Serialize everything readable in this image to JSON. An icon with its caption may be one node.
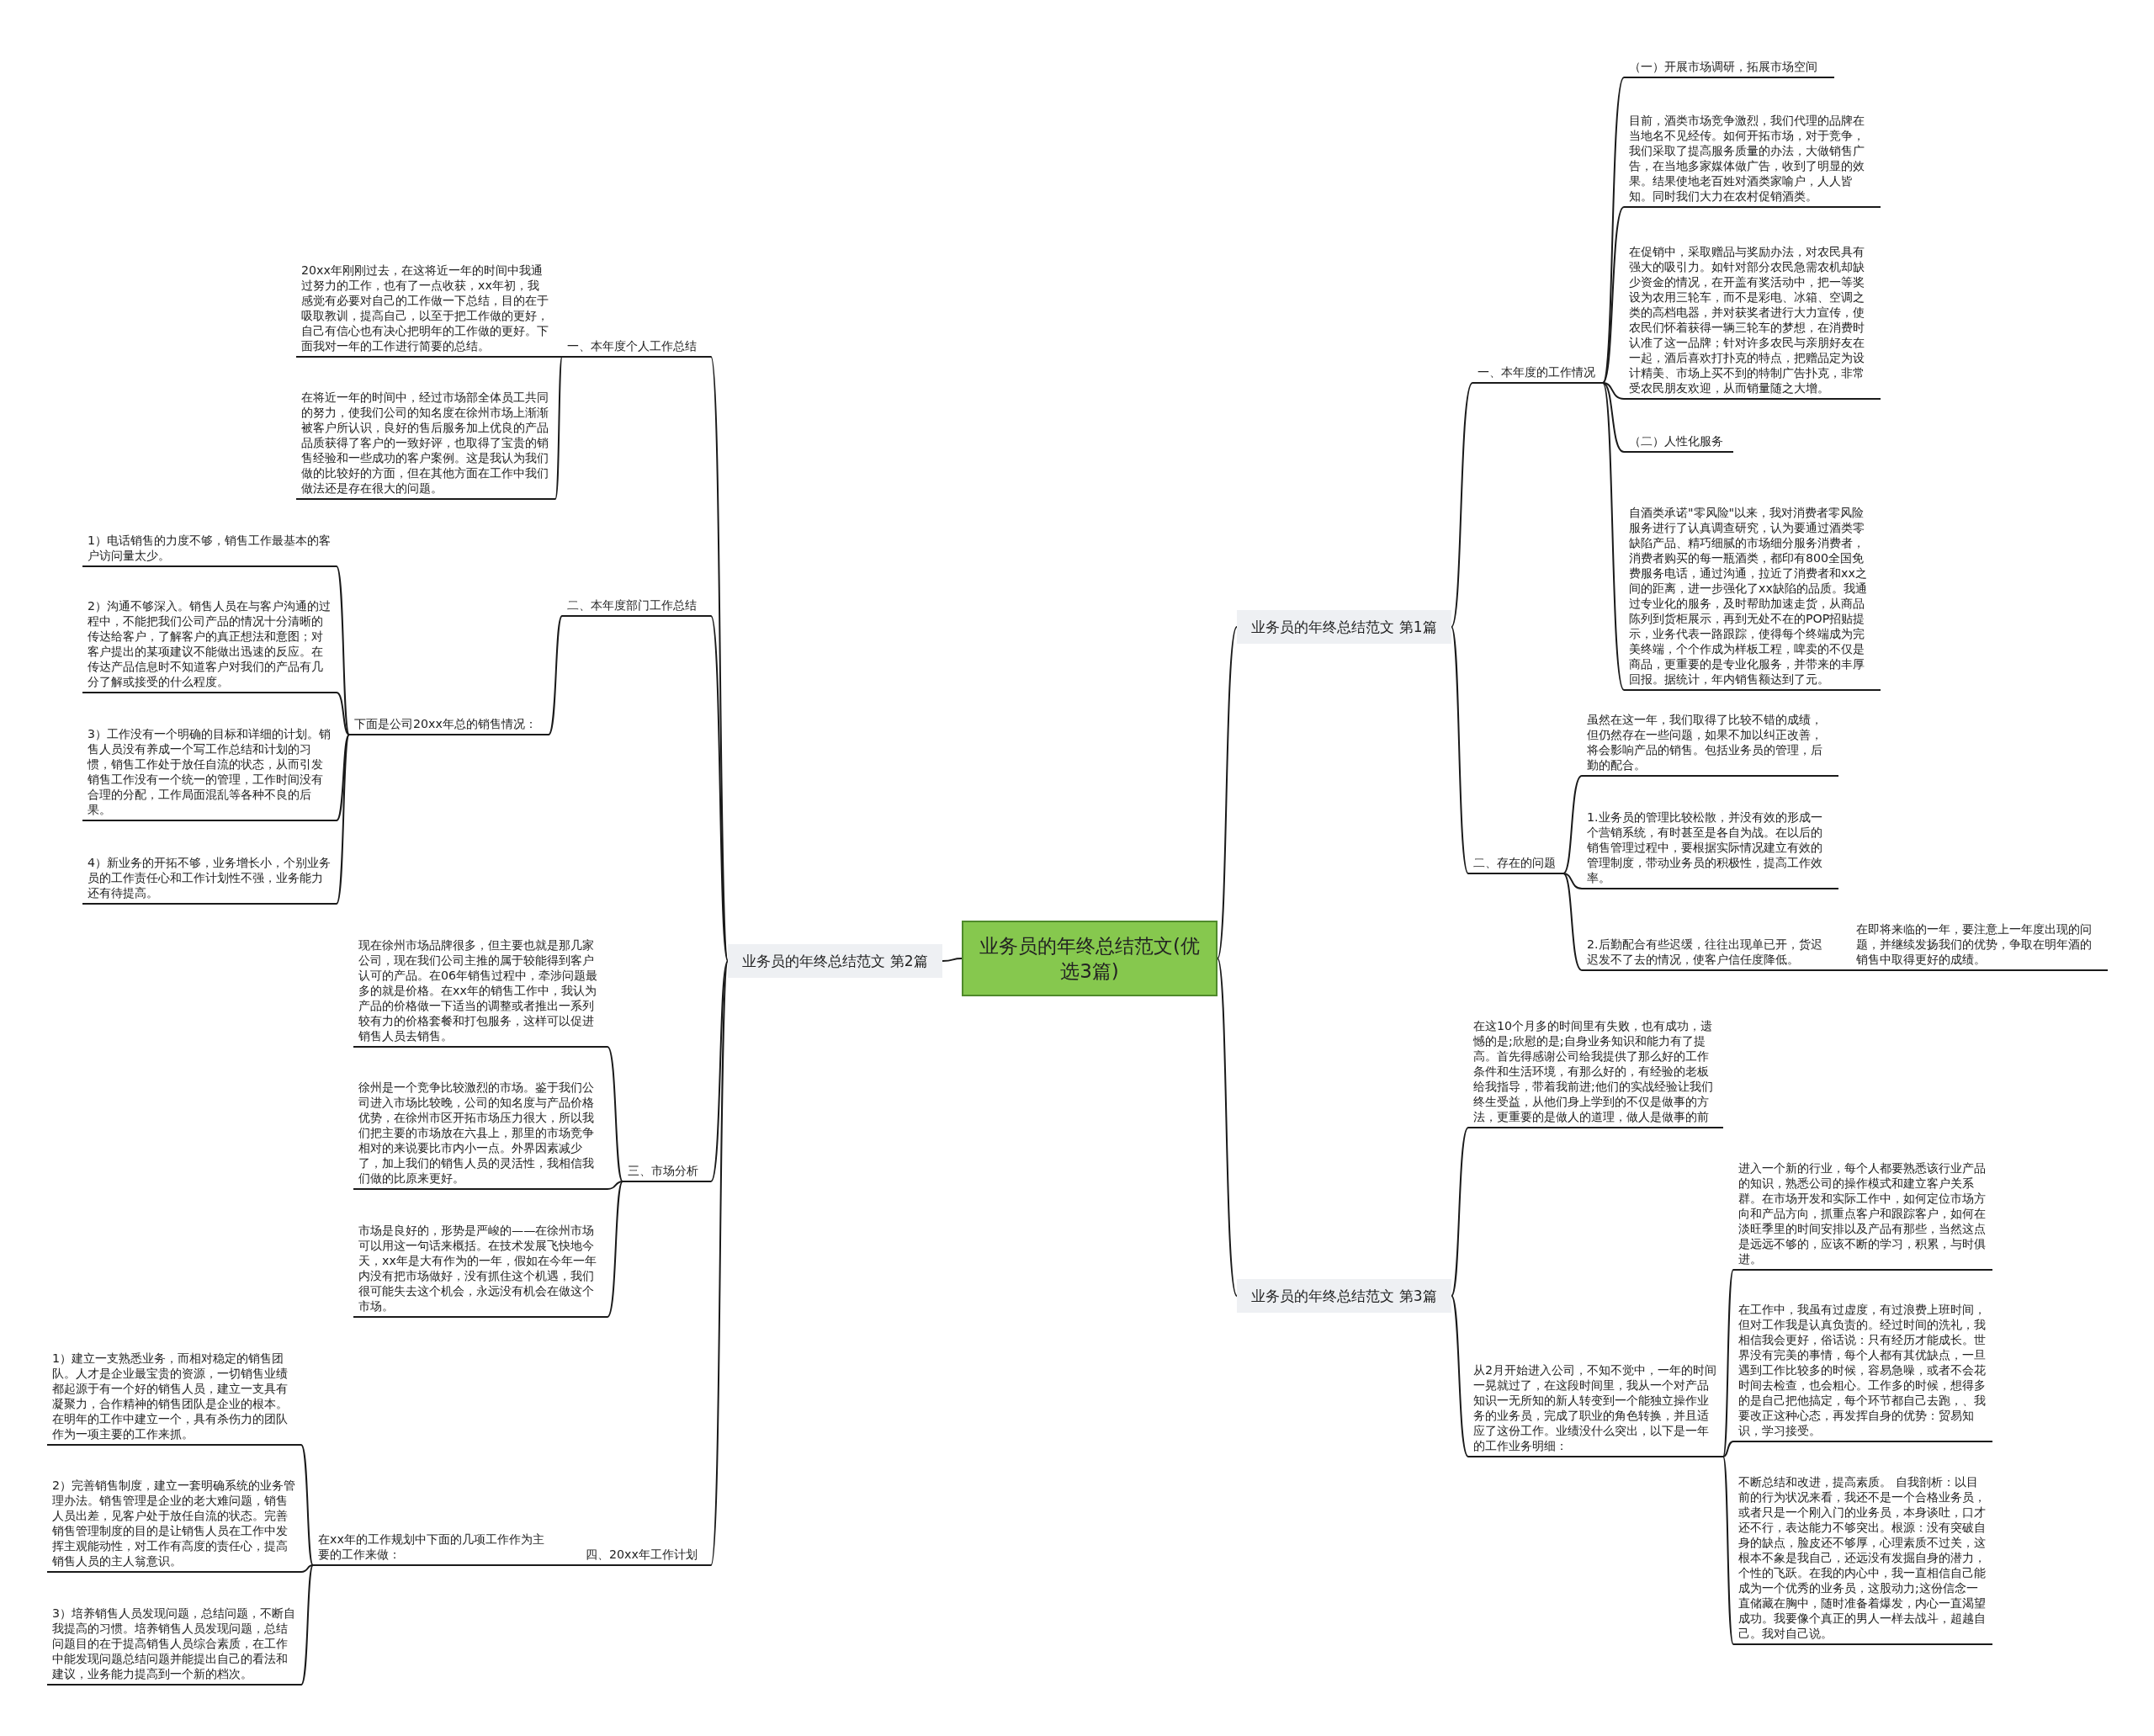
{
  "diagram": {
    "nodes": [
      {
        "text": [
          "业务员的年终总结范文(优选3篇)"
        ]
      },
      {
        "text": [
          "业务员的年终总结范文 第1篇"
        ]
      },
      {
        "text": [
          "一、本年度的工作情况"
        ]
      },
      {
        "text": [
          "（一）开展市场调研，拓展市场空间"
        ]
      },
      {
        "text": [
          "目前，酒类市场竞争激烈，我们代理的品牌在当地名不见经传。如何开拓市场，对于竞争，我们采取了提高服务质量的办法，大做销售广告，在当地多家媒体做广告，收到了明显的效果。结果使地老百姓对酒类家喻户，人人皆知。同时我们大力在农村促销酒类。"
        ]
      },
      {
        "text": [
          "在促销中，采取赠品与奖励办法，对农民具有强大的吸引力。如针对部分农民急需农机却缺少资金的情况，在开盖有奖活动中，把一等奖设为农用三轮车，而不是彩电、冰箱、空调之类的高档电器，并对获奖者进行大力宣传，使农民们怀着获得一辆三轮车的梦想，在消费时认准了这一品牌；针对许多农民与亲朋好友在一起，酒后喜欢打扑克的特点，把赠品定为设计精美、市场上买不到的特制广告扑克，非常受农民朋友欢迎，从而销量随之大增。"
        ]
      },
      {
        "text": [
          "（二）人性化服务"
        ]
      },
      {
        "text": [
          "自酒类承诺\"零风险\"以来，我对消费者零风险服务进行了认真调查研究，认为要通过酒类零缺陷产品、精巧细腻的市场细分服务消费者，消费者购买的每一瓶酒类，都印有800全国免费服务电话，通过沟通，拉近了消费者和xx之间的距离，进一步强化了xx缺陷的品质。我通过专业化的服务，及时帮助加速走货，从商品陈列到货柜展示，再到无处不在的POP招贴提示，业务代表一路跟踪，使得每个终端成为完美终端，个个作成为样板工程，啤卖的不仅是商品，更重要的是专业化服务，并带来的丰厚回报。据统计，年内销售额达到了元。"
        ]
      },
      {
        "text": [
          "二、存在的问题"
        ]
      },
      {
        "text": [
          "虽然在这一年，我们取得了比较不错的成绩，但仍然存在一些问题，如果不加以纠正改善，将会影响产品的销售。包括业务员的管理，后勤的配合。"
        ]
      },
      {
        "text": [
          "1.业务员的管理比较松散，并没有效的形成一个营销系统，有时甚至是各自为战。在以后的销售管理过程中，要根据实际情况建立有效的管理制度，带动业务员的积极性，提高工作效率。"
        ]
      },
      {
        "text": [
          "2.后勤配合有些迟缓，往往出现单已开，货迟迟发不了去的情况，使客户信任度降低。"
        ]
      },
      {
        "text": [
          "在即将来临的一年，要注意上一年度出现的问题，并继续发扬我们的优势，争取在明年酒的销售中取得更好的成绩。"
        ]
      },
      {
        "text": [
          "业务员的年终总结范文 第2篇"
        ]
      },
      {
        "text": [
          "一、本年度个人工作总结"
        ]
      },
      {
        "text": [
          "20xx年刚刚过去，在这将近一年的时间中我通过努力的工作，也有了一点收获，xx年初，我感觉有必要对自己的工作做一下总结，目的在于吸取教训，提高自己，以至于把工作做的更好，自己有信心也有决心把明年的工作做的更好。下面我对一年的工作进行简要的总结。"
        ]
      },
      {
        "text": [
          "在将近一年的时间中，经过市场部全体员工共同的努力，使我们公司的知名度在徐州市场上渐渐被客户所认识，良好的售后服务加上优良的产品品质获得了客户的一致好评，也取得了宝贵的销售经验和一些成功的客户案例。这是我认为我们做的比较好的方面，但在其他方面在工作中我们做法还是存在很大的问题。"
        ]
      },
      {
        "text": [
          "二、本年度部门工作总结"
        ]
      },
      {
        "text": [
          "下面是公司20xx年总的销售情况："
        ]
      },
      {
        "text": [
          "1）电话销售的力度不够，销售工作最基本的客户访问量太少。"
        ]
      },
      {
        "text": [
          "2）沟通不够深入。销售人员在与客户沟通的过程中，不能把我们公司产品的情况十分清晰的传达给客户，了解客户的真正想法和意图；对客户提出的某项建议不能做出迅速的反应。在传达产品信息时不知道客户对我们的产品有几分了解或接受的什么程度。"
        ]
      },
      {
        "text": [
          "3）工作没有一个明确的目标和详细的计划。销售人员没有养成一个写工作总结和计划的习惯，销售工作处于放任自流的状态，从而引发销售工作没有一个统一的管理，工作时间没有合理的分配，工作局面混乱等各种不良的后果。"
        ]
      },
      {
        "text": [
          "4）新业务的开拓不够，业务增长小，个别业务员的工作责任心和工作计划性不强，业务能力还有待提高。"
        ]
      },
      {
        "text": [
          "三、市场分析"
        ]
      },
      {
        "text": [
          "现在徐州市场品牌很多，但主要也就是那几家公司，现在我们公司主推的属于较能得到客户认可的产品。在06年销售过程中，牵涉问题最多的就是价格。在xx年的销售工作中，我认为产品的价格做一下适当的调整或者推出一系列较有力的价格套餐和打包服务，这样可以促进销售人员去销售。"
        ]
      },
      {
        "text": [
          "徐州是一个竞争比较激烈的市场。鉴于我们公司进入市场比较晚，公司的知名度与产品价格优势，在徐州市区开拓市场压力很大，所以我们把主要的市场放在六县上，那里的市场竞争相对的来说要比市内小一点。外界因素减少了，加上我们的销售人员的灵活性，我相信我们做的比原来更好。"
        ]
      },
      {
        "text": [
          "市场是良好的，形势是严峻的——在徐州市场可以用这一句话来概括。在技术发展飞快地今天，xx年是大有作为的一年，假如在今年一年内没有把市场做好，没有抓住这个机遇，我们很可能失去这个机会，永远没有机会在做这个市场。"
        ]
      },
      {
        "text": [
          "四、20xx年工作计划"
        ]
      },
      {
        "text": [
          "在xx年的工作规划中下面的几项工作作为主要的工作来做："
        ]
      },
      {
        "text": [
          "1）建立一支熟悉业务，而相对稳定的销售团队。人才是企业最宝贵的资源，一切销售业绩都起源于有一个好的销售人员，建立一支具有凝聚力，合作精神的销售团队是企业的根本。在明年的工作中建立一个，具有杀伤力的团队作为一项主要的工作来抓。"
        ]
      },
      {
        "text": [
          "2）完善销售制度，建立一套明确系统的业务管理办法。销售管理是企业的老大难问题，销售人员出差，见客户处于放任自流的状态。完善销售管理制度的目的是让销售人员在工作中发挥主观能动性，对工作有高度的责任心，提高销售人员的主人翁意识。"
        ]
      },
      {
        "text": [
          "3）培养销售人员发现问题，总结问题，不断自我提高的习惯。培养销售人员发现问题，总结问题目的在于提高销售人员综合素质，在工作中能发现问题总结问题并能提出自己的看法和建议，业务能力提高到一个新的档次。"
        ]
      },
      {
        "text": [
          "业务员的年终总结范文 第3篇"
        ]
      },
      {
        "text": [
          "在这10个月多的时间里有失败，也有成功，遗憾的是;欣慰的是;自身业务知识和能力有了提高。首先得感谢公司给我提供了那么好的工作条件和生活环境，有那么好的，有经验的老板给我指导，带着我前进;他们的实战经验让我们终生受益，从他们身上学到的不仅是做事的方法，更重要的是做人的道理，做人是做事的前"
        ]
      },
      {
        "text": [
          "从2月开始进入公司，不知不觉中，一年的时间一晃就过了，在这段时间里，我从一个对产品知识一无所知的新人转变到一个能独立操作业务的业务员，完成了职业的角色转换，并且适应了这份工作。业绩没什么突出，以下是一年的工作业务明细："
        ]
      },
      {
        "text": [
          "进入一个新的行业，每个人都要熟悉该行业产品的知识，熟悉公司的操作模式和建立客户关系群。在市场开发和实际工作中，如何定位市场方向和产品方向，抓重点客户和跟踪客户，如何在淡旺季里的时间安排以及产品有那些，当然这点是远远不够的，应该不断的学习，积累，与时俱进。"
        ]
      },
      {
        "text": [
          "在工作中，我虽有过虚度，有过浪费上班时间，但对工作我是认真负责的。经过时间的洗礼，我相信我会更好，俗话说：只有经历才能成长。世界没有完美的事情，每个人都有其优缺点，一旦遇到工作比较多的时候，容易急噪，或者不会花时间去检查，也会粗心。工作多的时候，想得多的是自己把他搞定，每个环节都自己去跑，、我要改正这种心态，再发挥自身的优势：贸易知识，学习接受。"
        ]
      },
      {
        "text": [
          "不断总结和改进，提高素质。 自我剖析：以目前的行为状况来看，我还不是一个合格业务员，或者只是一个刚入门的业务员，本身谈吐，口才还不行，表达能力不够突出。根源：没有突破自身的缺点，脸皮还不够厚，心理素质不过关，这根本不象是我自己，还远没有发掘自身的潜力，个性的飞跃。在我的内心中，我一直相信自己能成为一个优秀的业务员，这股动力;这份信念一直储藏在胸中，随时准备着爆发，内心一直渴望成功。我要像个真正的男人一样去战斗，超越自己。我对自己说。"
        ]
      }
    ],
    "edges": [
      {
        "from": 0,
        "to": 1,
        "arrow": "none"
      },
      {
        "from": 0,
        "to": 13,
        "arrow": "none"
      },
      {
        "from": 0,
        "to": 32,
        "arrow": "none"
      },
      {
        "from": 1,
        "to": 2,
        "arrow": "none"
      },
      {
        "from": 1,
        "to": 8,
        "arrow": "none"
      },
      {
        "from": 2,
        "to": 3,
        "arrow": "none"
      },
      {
        "from": 2,
        "to": 4,
        "arrow": "none"
      },
      {
        "from": 2,
        "to": 5,
        "arrow": "none"
      },
      {
        "from": 2,
        "to": 6,
        "arrow": "none"
      },
      {
        "from": 2,
        "to": 7,
        "arrow": "none"
      },
      {
        "from": 8,
        "to": 9,
        "arrow": "none"
      },
      {
        "from": 8,
        "to": 10,
        "arrow": "none"
      },
      {
        "from": 8,
        "to": 11,
        "arrow": "none"
      },
      {
        "from": 11,
        "to": 12,
        "arrow": "none"
      },
      {
        "from": 13,
        "to": 14,
        "arrow": "none"
      },
      {
        "from": 13,
        "to": 17,
        "arrow": "none"
      },
      {
        "from": 13,
        "to": 23,
        "arrow": "none"
      },
      {
        "from": 13,
        "to": 27,
        "arrow": "none"
      },
      {
        "from": 14,
        "to": 15,
        "arrow": "none"
      },
      {
        "from": 14,
        "to": 16,
        "arrow": "none"
      },
      {
        "from": 17,
        "to": 18,
        "arrow": "none"
      },
      {
        "from": 18,
        "to": 19,
        "arrow": "none"
      },
      {
        "from": 18,
        "to": 20,
        "arrow": "none"
      },
      {
        "from": 18,
        "to": 21,
        "arrow": "none"
      },
      {
        "from": 18,
        "to": 22,
        "arrow": "none"
      },
      {
        "from": 23,
        "to": 24,
        "arrow": "none"
      },
      {
        "from": 23,
        "to": 25,
        "arrow": "none"
      },
      {
        "from": 23,
        "to": 26,
        "arrow": "none"
      },
      {
        "from": 27,
        "to": 28,
        "arrow": "none"
      },
      {
        "from": 28,
        "to": 29,
        "arrow": "none"
      },
      {
        "from": 28,
        "to": 30,
        "arrow": "none"
      },
      {
        "from": 28,
        "to": 31,
        "arrow": "none"
      },
      {
        "from": 32,
        "to": 33,
        "arrow": "none"
      },
      {
        "from": 32,
        "to": 34,
        "arrow": "none"
      },
      {
        "from": 34,
        "to": 35,
        "arrow": "none"
      },
      {
        "from": 34,
        "to": 36,
        "arrow": "none"
      },
      {
        "from": 34,
        "to": 37,
        "arrow": "none"
      }
    ]
  }
}
